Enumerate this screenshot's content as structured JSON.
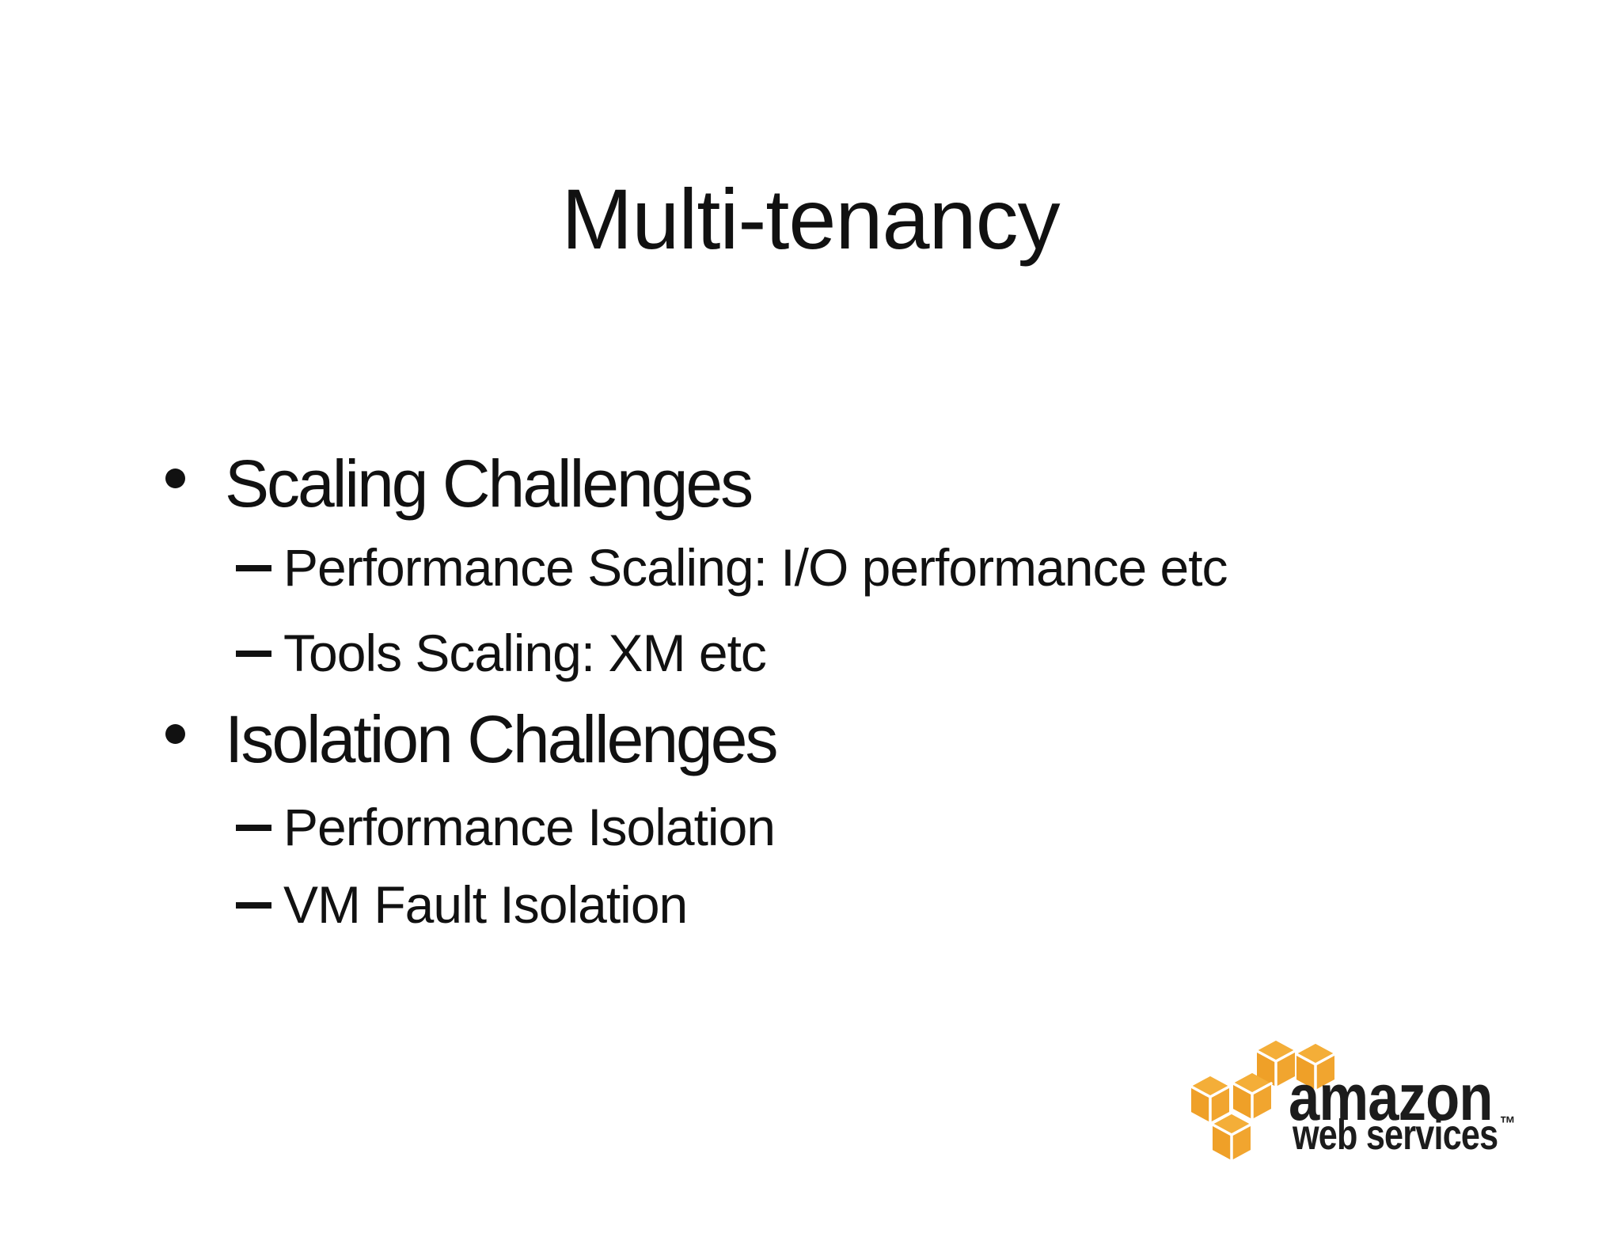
{
  "slide": {
    "title": "Multi-tenancy",
    "bullets": [
      {
        "label": "Scaling Challenges",
        "sub": [
          "Performance Scaling: I/O performance etc",
          "Tools Scaling: XM etc"
        ]
      },
      {
        "label": "Isolation Challenges",
        "sub": [
          "Performance Isolation",
          "VM Fault Isolation"
        ]
      }
    ],
    "markers": {
      "level1": "dot-bullet",
      "level2": "dash-bullet"
    }
  },
  "logo": {
    "brand": "amazon",
    "sub_brand": "web services",
    "trademark": "™",
    "icon": "aws-cubes-icon",
    "cube_color": "#F1A52F",
    "cube_top_color": "#F4AE38",
    "cube_side_color": "#EFA028",
    "text_color": "#1C1C1C"
  },
  "colors": {
    "background": "#FFFFFF",
    "text": "#111111"
  }
}
